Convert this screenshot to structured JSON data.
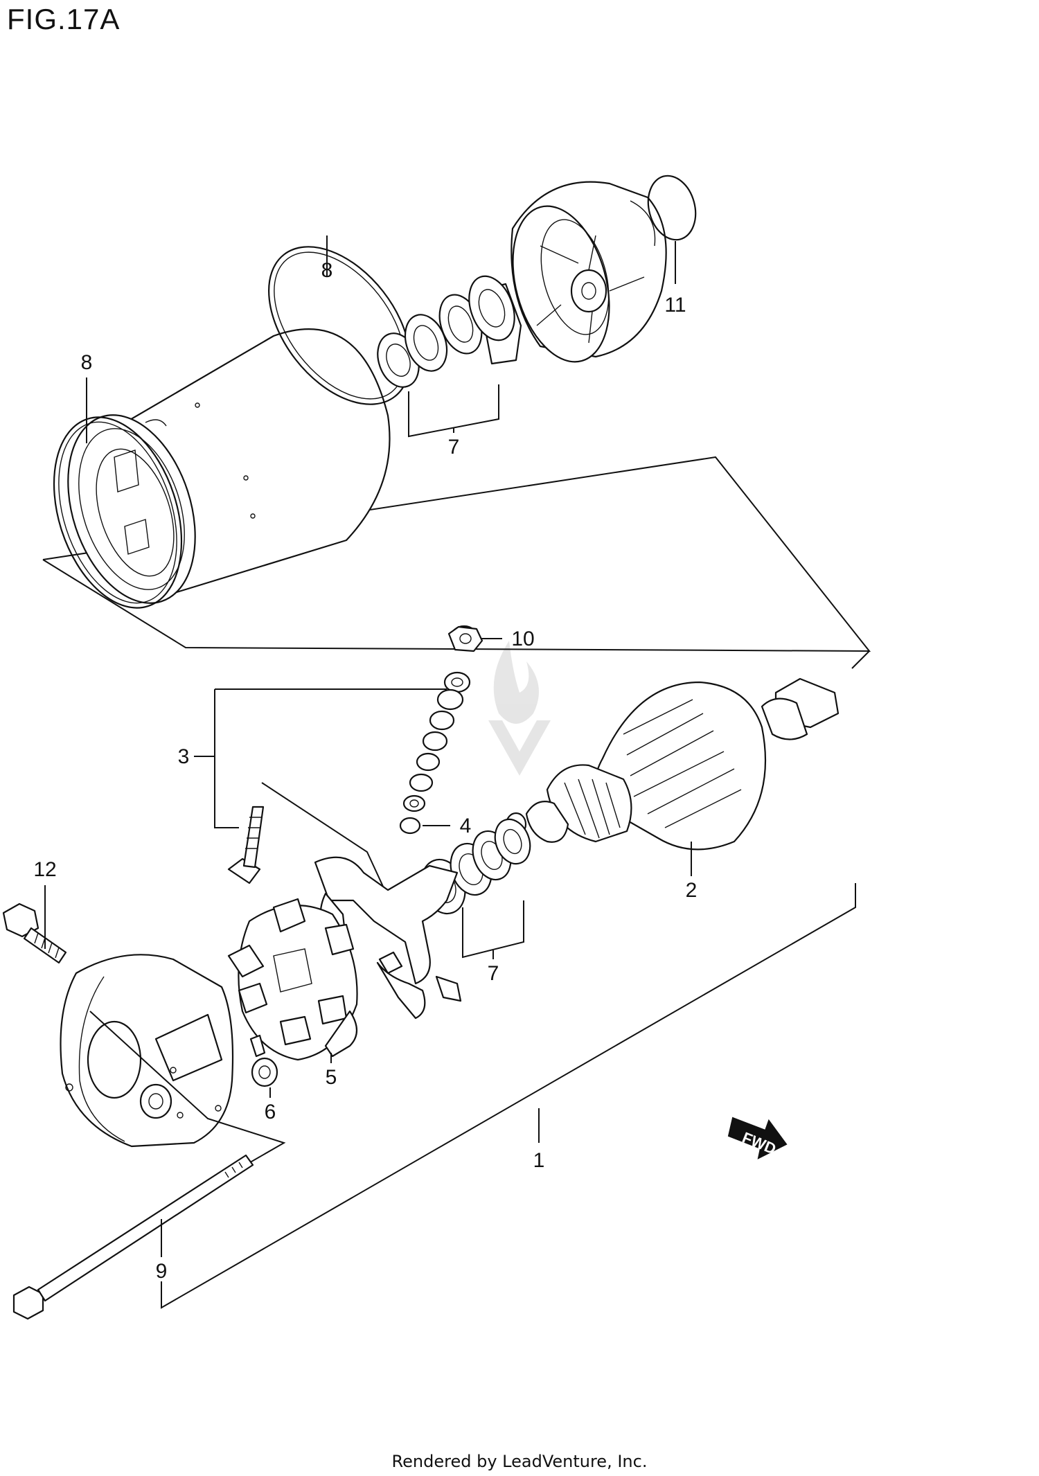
{
  "figure": {
    "title": "FIG.17A",
    "footer": "Rendered by LeadVenture, Inc.",
    "fwd_label": "FWD",
    "watermark": "LEADVENTURE"
  },
  "callouts": [
    {
      "id": "c1",
      "label": "1",
      "part": "starter-motor-assembly"
    },
    {
      "id": "c2",
      "label": "2",
      "part": "armature"
    },
    {
      "id": "c3",
      "label": "3",
      "part": "terminal-set"
    },
    {
      "id": "c4",
      "label": "4",
      "part": "o-ring-small"
    },
    {
      "id": "c5",
      "label": "5",
      "part": "brush-holder"
    },
    {
      "id": "c6",
      "label": "6",
      "part": "bushing"
    },
    {
      "id": "c7a",
      "label": "7",
      "part": "washer-set-upper"
    },
    {
      "id": "c7b",
      "label": "7",
      "part": "washer-set-lower"
    },
    {
      "id": "c8a",
      "label": "8",
      "part": "o-ring-yoke-rear"
    },
    {
      "id": "c8b",
      "label": "8",
      "part": "o-ring-yoke-front"
    },
    {
      "id": "c9",
      "label": "9",
      "part": "through-bolt"
    },
    {
      "id": "c10",
      "label": "10",
      "part": "nut"
    },
    {
      "id": "c11",
      "label": "11",
      "part": "o-ring-housing"
    },
    {
      "id": "c12",
      "label": "12",
      "part": "bolt"
    }
  ],
  "icons": [
    "fwd-arrow-icon",
    "leadventure-watermark-icon"
  ]
}
